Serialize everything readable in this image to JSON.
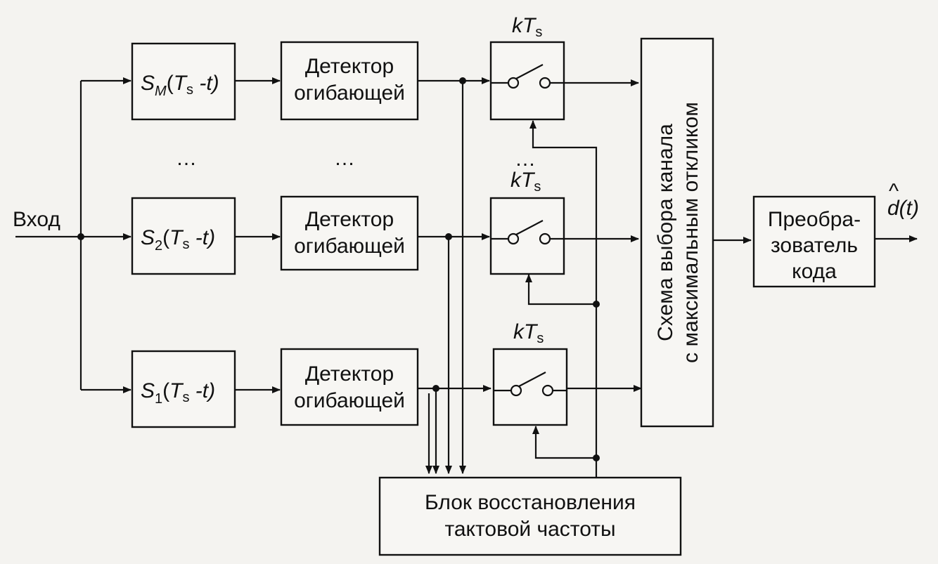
{
  "input_label": "Вход",
  "output_label": "d(t)",
  "output_hat": "^",
  "ellipsis": "…",
  "filters": [
    {
      "id": "M",
      "symbol": "S",
      "subscript": "M",
      "arg_open": "(",
      "Ts": "T",
      "Ts_sub": "s",
      "arg_rest": " -t)"
    },
    {
      "id": "2",
      "symbol": "S",
      "subscript": "2",
      "arg_open": "(",
      "Ts": "T",
      "Ts_sub": "s",
      "arg_rest": " -t)"
    },
    {
      "id": "1",
      "symbol": "S",
      "subscript": "1",
      "arg_open": "(",
      "Ts": "T",
      "Ts_sub": "s",
      "arg_rest": " -t)"
    }
  ],
  "detector": {
    "line1": "Детектор",
    "line2": "огибающей"
  },
  "sampler_label": {
    "k": "k",
    "T": "T",
    "sub": "s"
  },
  "selector": {
    "line1": "Схема выбора канала",
    "line2": "с максимальным откликом"
  },
  "converter": {
    "line1": "Преобра-",
    "line2": "зователь",
    "line3": "кода"
  },
  "clock": {
    "line1": "Блок восстановления",
    "line2": "тактовой частоты"
  },
  "colors": {
    "ink": "#111111",
    "paper": "#f4f3f0"
  }
}
